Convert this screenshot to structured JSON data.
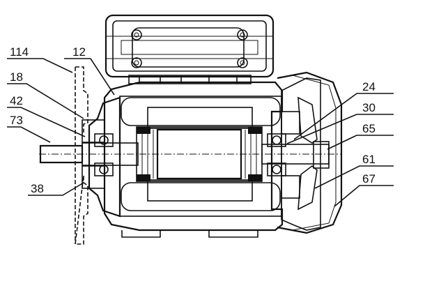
{
  "labels": {
    "l114": "114",
    "l12": "12",
    "l18": "18",
    "l42": "42",
    "l73": "73",
    "l38": "38",
    "l24": "24",
    "l30": "30",
    "l65": "65",
    "l61": "61",
    "l67": "67"
  }
}
